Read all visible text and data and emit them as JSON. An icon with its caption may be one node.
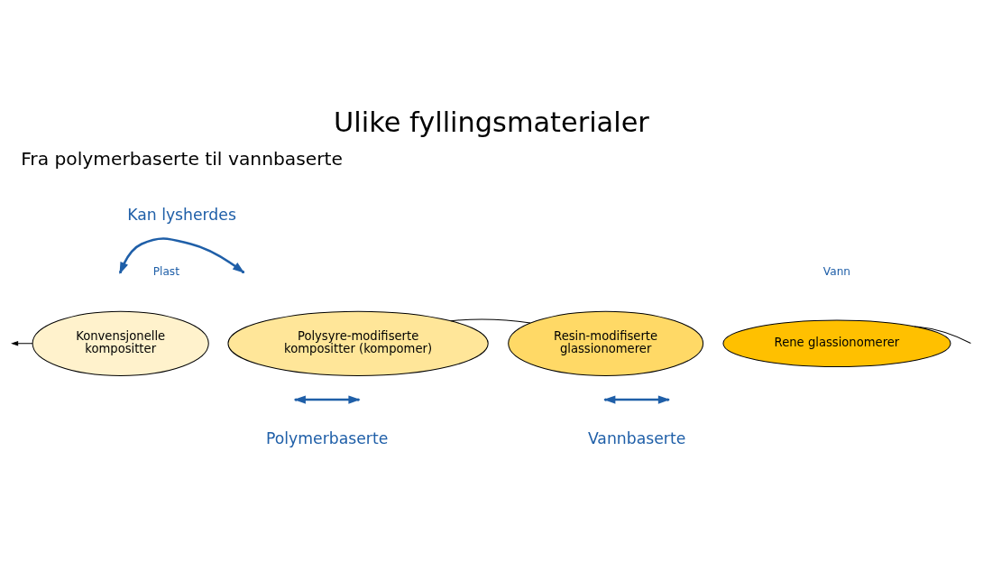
{
  "diagram": {
    "title": "Ulike fyllingsmaterialer",
    "nodes": [
      {
        "text": [
          "Konvensjonelle kompositter"
        ]
      },
      {
        "text": [
          "Polysyre-modifiserte kompositter (kompomer)"
        ]
      },
      {
        "text": [
          "Resin-modifiserte glassionomerer"
        ]
      },
      {
        "text": [
          "Rene glassionomerer"
        ]
      }
    ],
    "edges": [
      {
        "from": 0,
        "to": null,
        "arrow": "to"
      },
      {
        "from": 1,
        "to": 2,
        "arrow": "none"
      },
      {
        "from": 3,
        "to": null,
        "arrow": "none"
      }
    ],
    "labels": [
      "Fra polymerbaserte til vannbaserte",
      "Plast",
      "Vann",
      "Kan lysherdes",
      "Polymerbaserte",
      "Vannbaserte"
    ]
  }
}
